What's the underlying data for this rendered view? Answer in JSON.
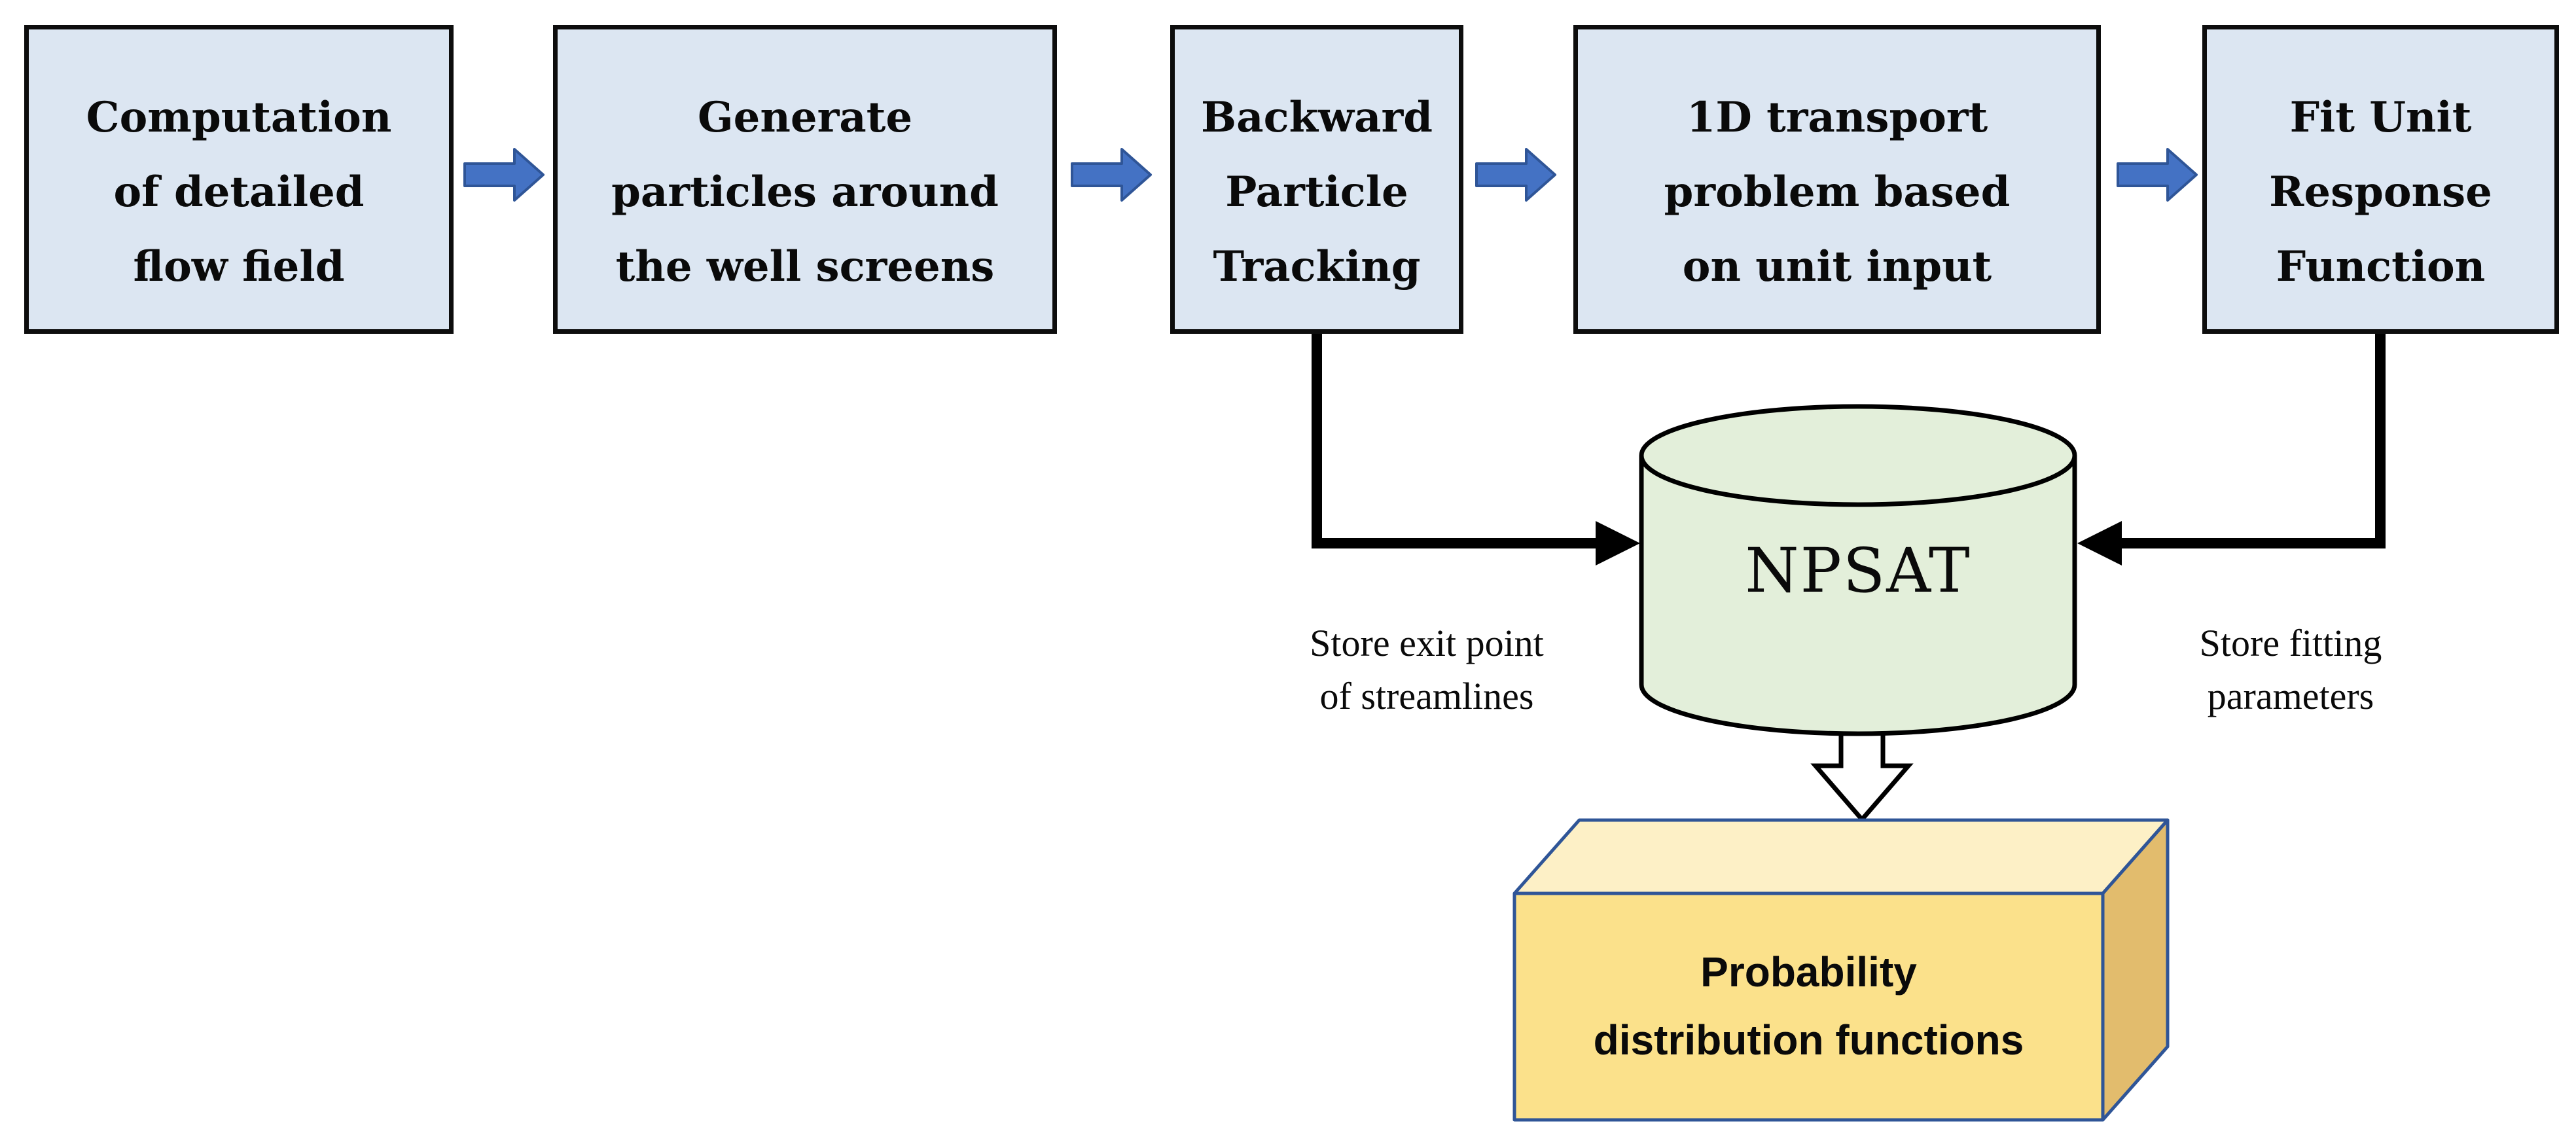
{
  "colors": {
    "box_fill": "#DCE6F2",
    "box_border": "#0D0D0D",
    "arrow_fill": "#4472C4",
    "arrow_stroke": "#2F5597",
    "cylinder_fill": "#E3EFDA",
    "connector_color": "#000000",
    "hollow_arrow_fill": "#FFFFFF",
    "cuboid_front": "#FBE18B",
    "cuboid_top": "#FDF0C6",
    "cuboid_side": "#E2BC6D",
    "cuboid_border": "#2F5597"
  },
  "process_boxes": [
    {
      "label": "Computation\nof detailed\nflow field"
    },
    {
      "label": "Generate\nparticles around\nthe well screens"
    },
    {
      "label": "Backward\nParticle\nTracking"
    },
    {
      "label": "1D transport\nproblem based\non unit input"
    },
    {
      "label": "Fit Unit\nResponse\nFunction"
    }
  ],
  "database": {
    "label": "NPSAT"
  },
  "annotations": {
    "store_exit": "Store exit point\nof streamlines",
    "store_fitting": "Store fitting\nparameters"
  },
  "output_box": {
    "label": "Probability\ndistribution functions"
  }
}
